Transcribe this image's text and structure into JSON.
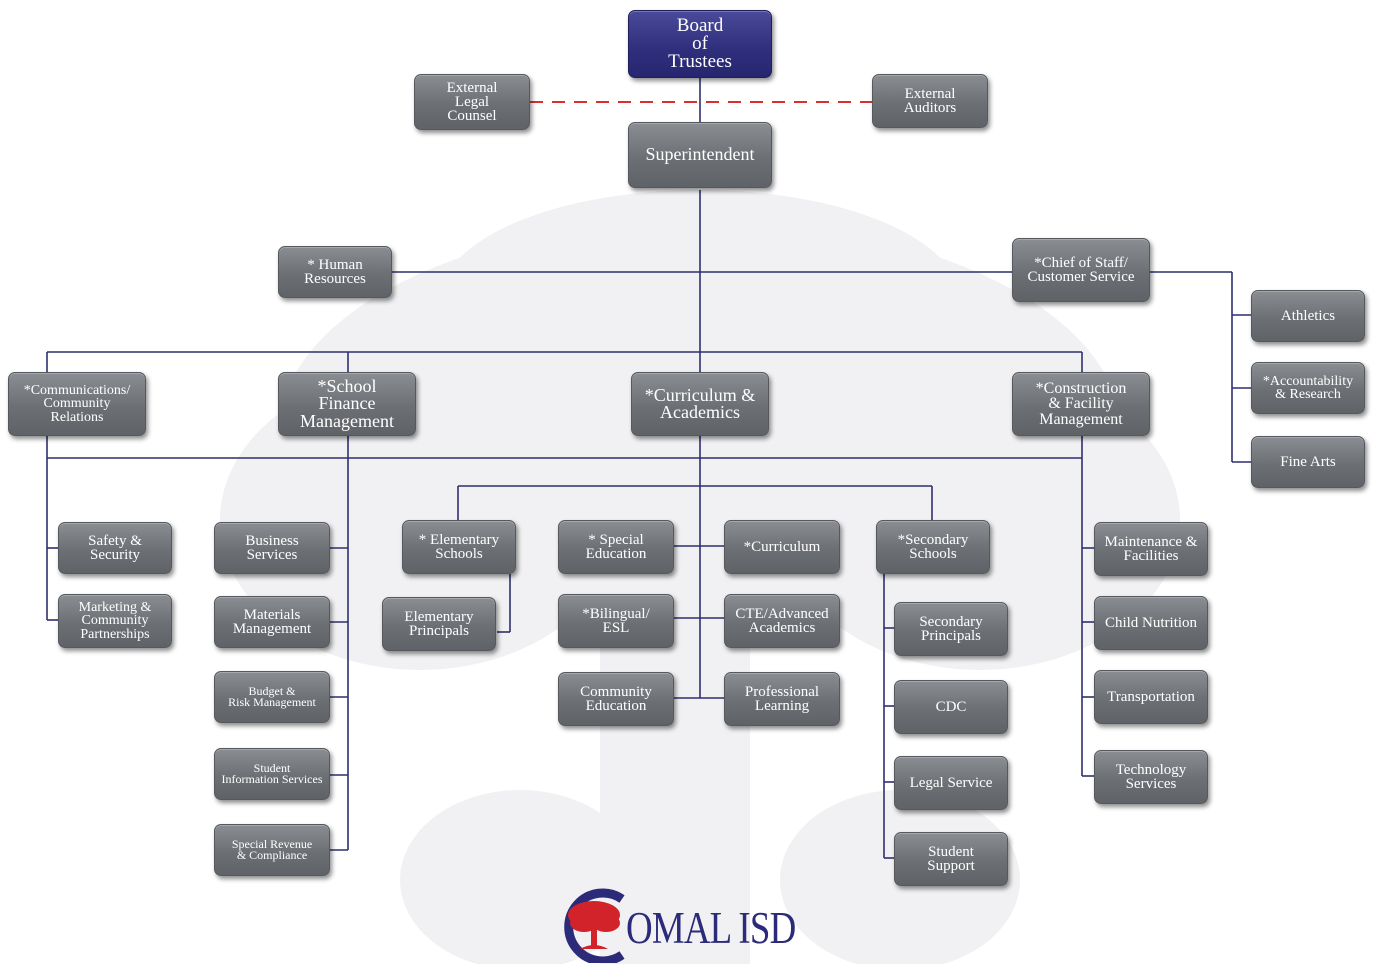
{
  "org": {
    "board": "Board\nof\nTrustees",
    "external_legal": "External\nLegal\nCounsel",
    "external_auditors": "External\nAuditors",
    "superintendent": "Superintendent",
    "human_resources": "* Human\nResources",
    "chief_of_staff": "*Chief of Staff/\nCustomer Service",
    "athletics": "Athletics",
    "accountability": "*Accountability\n& Research",
    "fine_arts": "Fine Arts",
    "communications": "*Communications/\nCommunity\nRelations",
    "school_finance": "*School\nFinance\nManagement",
    "curriculum_academics": "*Curriculum &\nAcademics",
    "construction": "*Construction\n& Facility\nManagement",
    "safety_security": "Safety &\nSecurity",
    "marketing": "Marketing &\nCommunity\nPartnerships",
    "business_services": "Business\nServices",
    "materials_management": "Materials\nManagement",
    "budget_risk": "Budget &\nRisk Management",
    "student_info": "Student\nInformation Services",
    "special_revenue": "Special Revenue\n& Compliance",
    "elementary_schools": "* Elementary\nSchools",
    "elementary_principals": "Elementary\nPrincipals",
    "special_education": "* Special\nEducation",
    "bilingual": "*Bilingual/\nESL",
    "community_education": "Community\nEducation",
    "curriculum": "*Curriculum",
    "cte_advanced": "CTE/Advanced\nAcademics",
    "professional_learning": "Professional\nLearning",
    "secondary_schools": "*Secondary\nSchools",
    "secondary_principals": "Secondary\nPrincipals",
    "cdc": "CDC",
    "legal_service": "Legal Service",
    "student_support": "Student\nSupport",
    "maintenance": "Maintenance &\nFacilities",
    "child_nutrition": "Child Nutrition",
    "transportation": "Transportation",
    "technology": "Technology\nServices"
  },
  "logo": {
    "text": "OMAL ISD",
    "letter": "C"
  },
  "colors": {
    "line": "#2f2f6e",
    "dashed": "#d9302e",
    "box": "#6e7176",
    "board": "#2e2e7c",
    "logo_red": "#d2232a",
    "logo_blue": "#2b2b7a"
  }
}
